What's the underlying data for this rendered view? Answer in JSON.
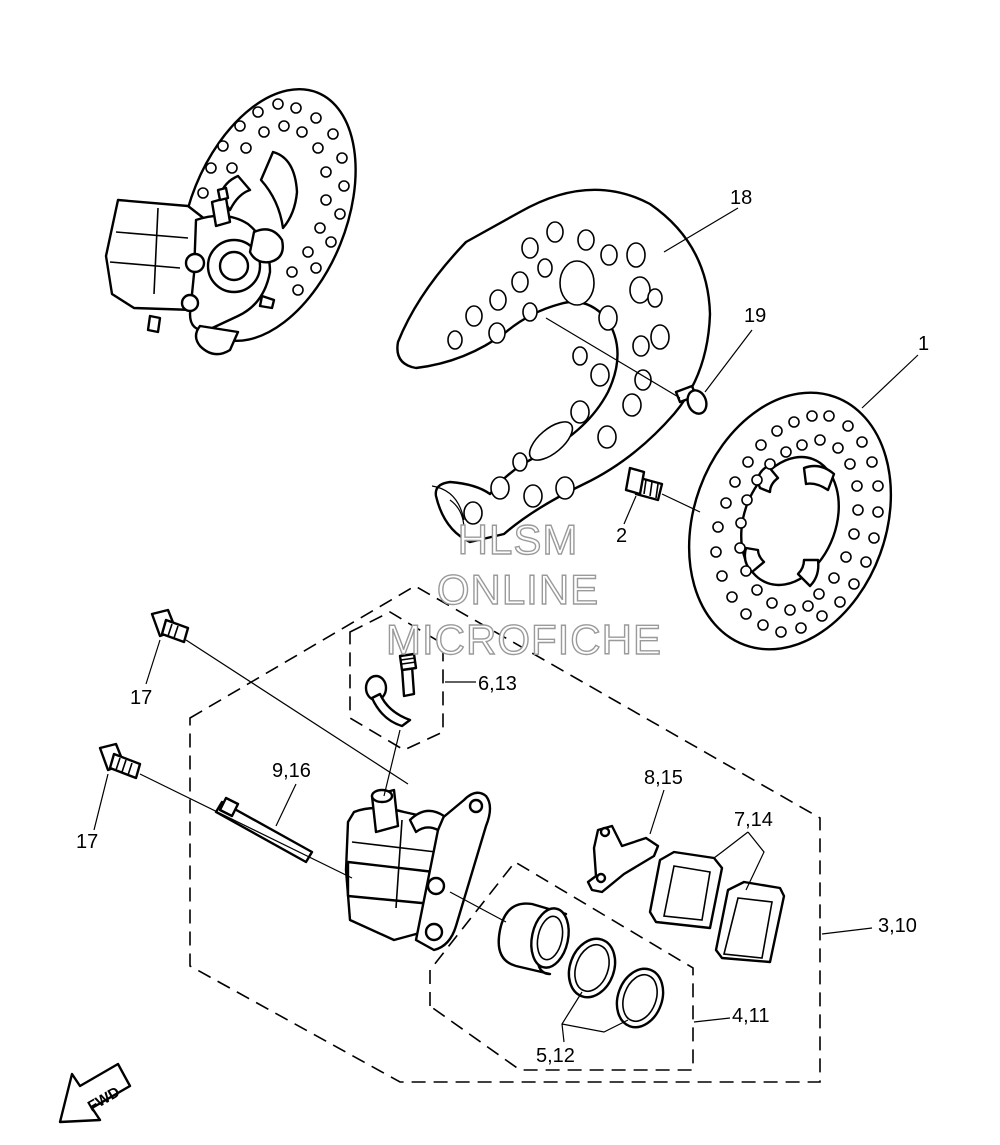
{
  "labels": {
    "l1": "1",
    "l2": "2",
    "l18": "18",
    "l19": "19",
    "l6_13": "6,13",
    "l17a": "17",
    "l17b": "17",
    "l9_16": "9,16",
    "l8_15": "8,15",
    "l7_14": "7,14",
    "l3_10": "3,10",
    "l4_11": "4,11",
    "l5_12": "5,12"
  },
  "watermark": {
    "line1": "HLSM",
    "line2": "ONLINE",
    "line3": "MICROFICHE"
  },
  "fwd_label": "FWD"
}
